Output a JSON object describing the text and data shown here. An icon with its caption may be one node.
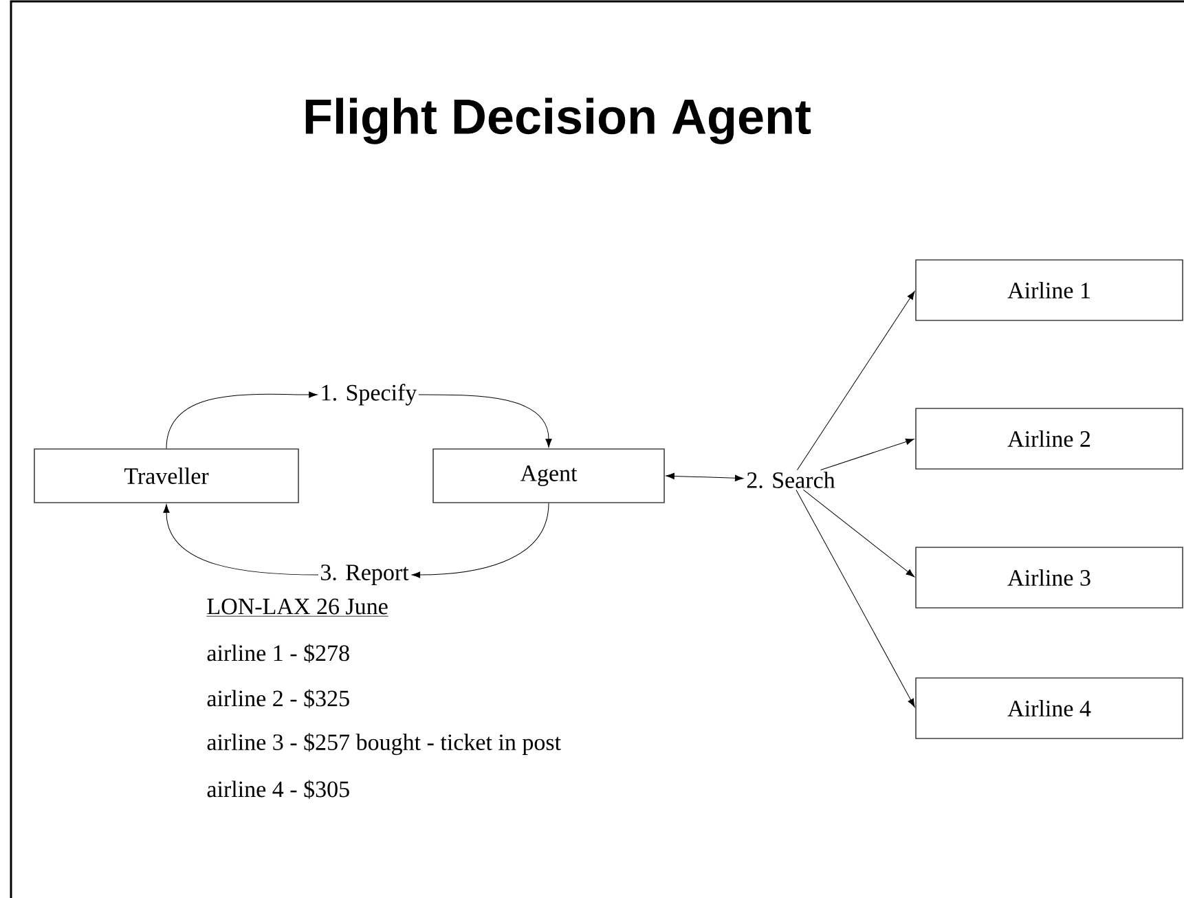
{
  "diagram": {
    "title": "Flight Decision Agent",
    "nodes": [
      {
        "text": [
          "Traveller"
        ]
      },
      {
        "text": [
          "Agent"
        ]
      },
      {
        "text": [
          "1. Specify"
        ]
      },
      {
        "text": [
          "3. Report"
        ]
      },
      {
        "text": [
          "2. Search"
        ]
      },
      {
        "text": [
          "Airline 1"
        ]
      },
      {
        "text": [
          "Airline 2"
        ]
      },
      {
        "text": [
          "Airline 3"
        ]
      },
      {
        "text": [
          "Airline 4"
        ]
      }
    ],
    "edges": [
      {
        "from": 0,
        "to": 2,
        "arrow": "to"
      },
      {
        "from": 2,
        "to": 1,
        "arrow": "to"
      },
      {
        "from": 1,
        "to": 3,
        "arrow": "to"
      },
      {
        "from": 3,
        "to": 0,
        "arrow": "to"
      },
      {
        "from": 1,
        "to": 4,
        "arrow": "both"
      },
      {
        "from": 4,
        "to": 5,
        "arrow": "to"
      },
      {
        "from": 4,
        "to": 6,
        "arrow": "to"
      },
      {
        "from": 4,
        "to": 7,
        "arrow": "to"
      },
      {
        "from": 4,
        "to": 8,
        "arrow": "to"
      }
    ],
    "labels": [
      "LON-LAX 26 June",
      "airline 1 - $278",
      "airline 2 - $325",
      "airline 3 - $257 bought - ticket in post",
      "airline 4 - $305"
    ]
  }
}
